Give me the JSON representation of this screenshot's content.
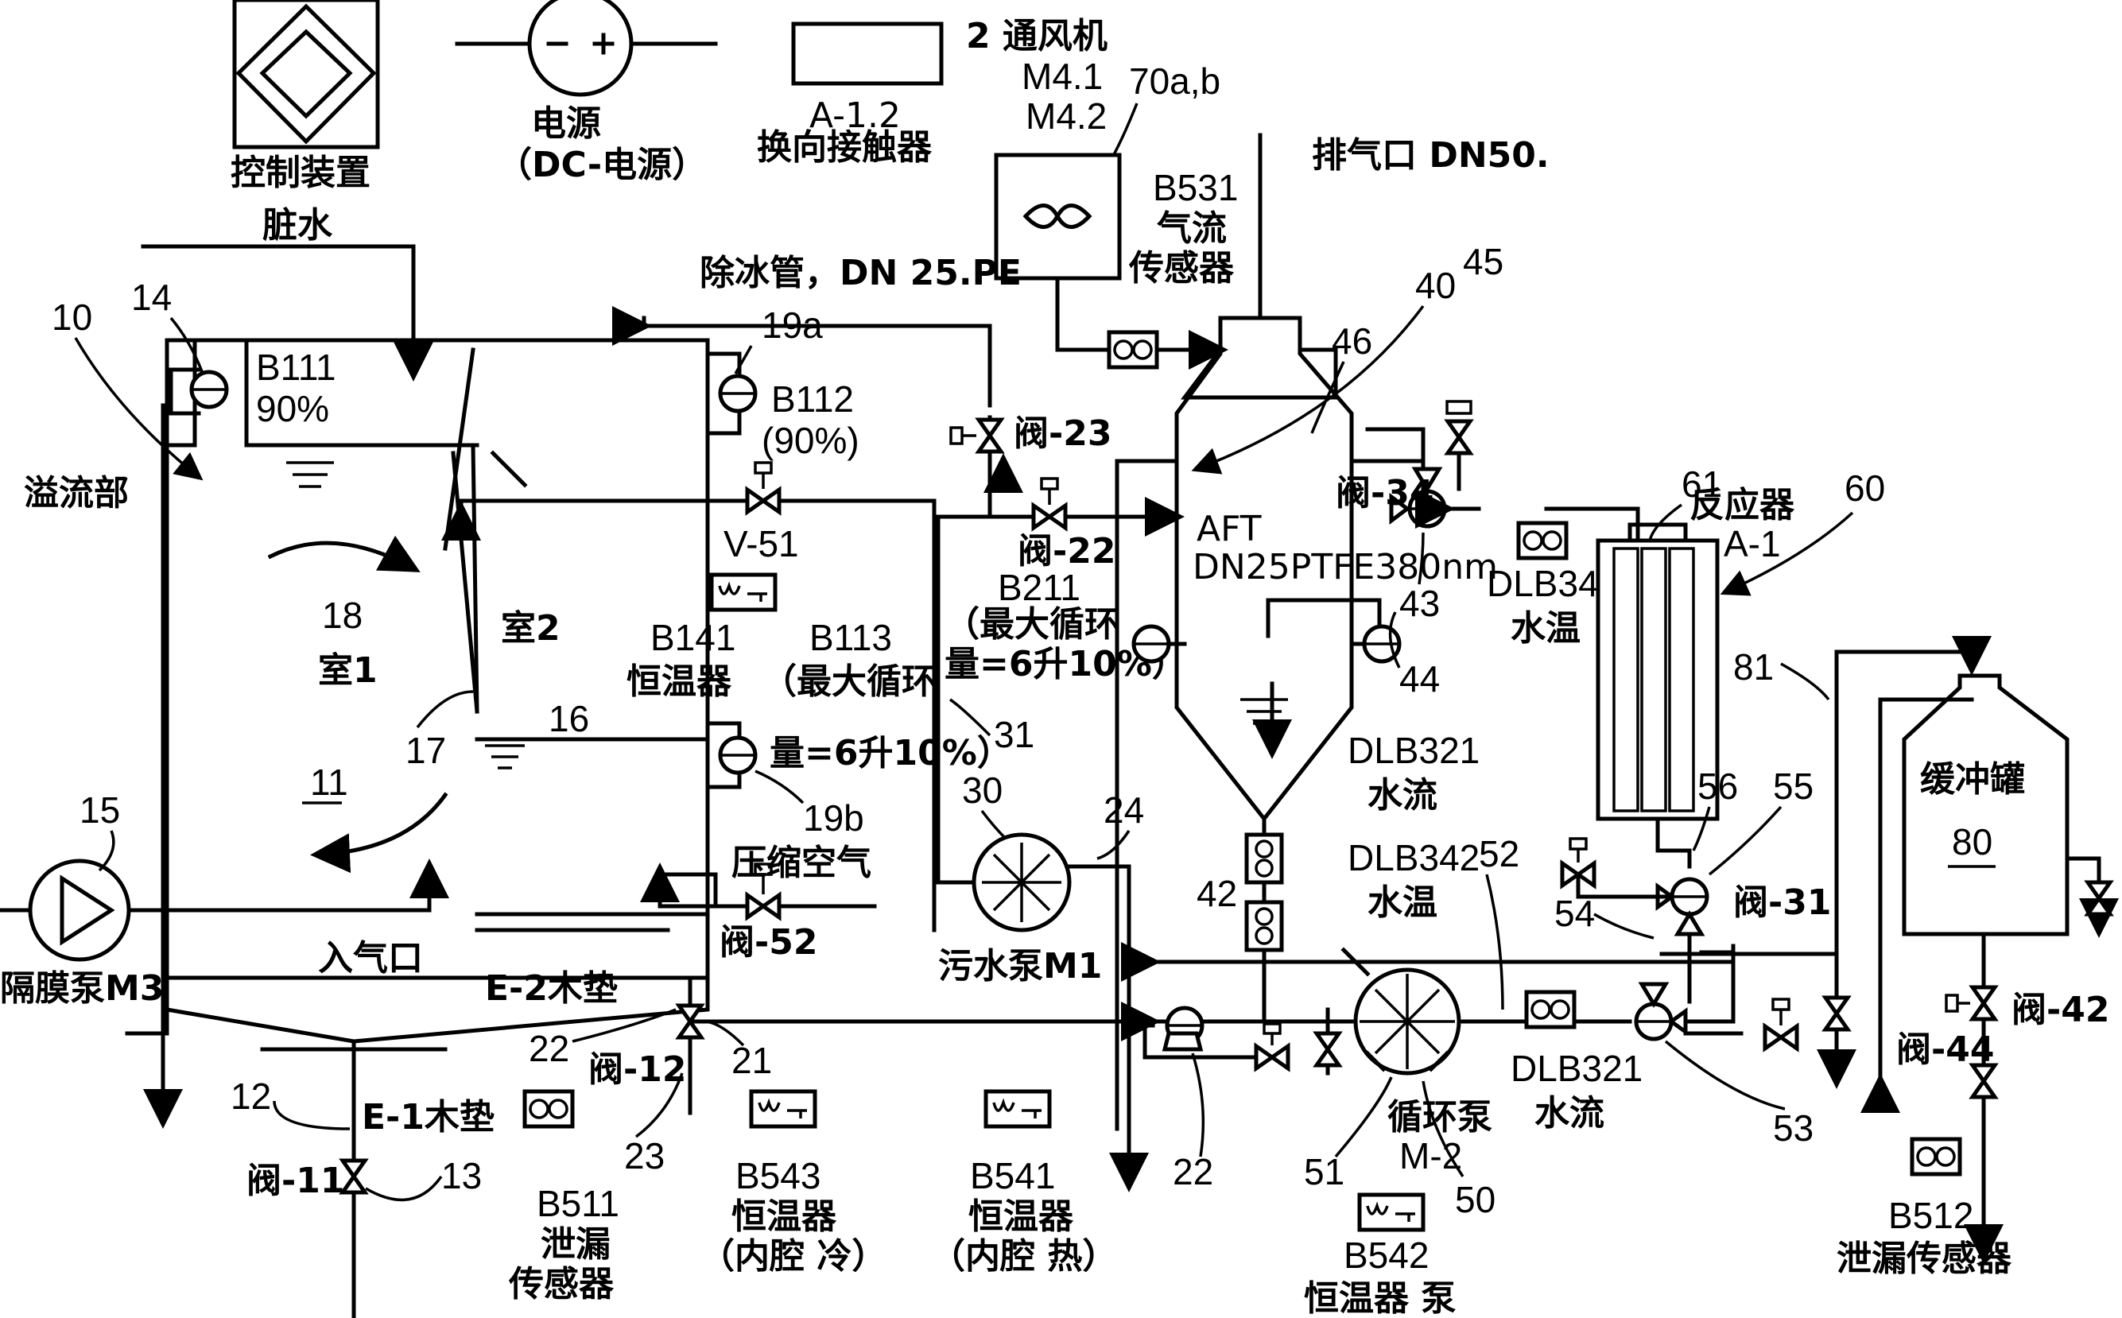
{
  "legend": {
    "control_device": "控制装置",
    "power_supply": "电源",
    "power_supply_dc": "（DC-电源）",
    "contactor_code": "A-1.2",
    "contactor": "换向接触器",
    "fans_title": "2 通风机",
    "fan_m41": "M4.1",
    "fan_m42": "M4.2",
    "fan_ref": "70a,b"
  },
  "labels": {
    "exhaust": "排气口 DN50.",
    "b531": "B531",
    "airflow_sensor_1": "气流",
    "airflow_sensor_2": "传感器",
    "dirty_water": "脏水",
    "deice_pipe": "除冰管，DN 25.PE",
    "overflow": "溢流部",
    "b111": "B111",
    "b111_pct": "90%",
    "b112": "B112",
    "b112_pct": "(90%)",
    "valve_23": "阀-23",
    "valve_22": "阀-22",
    "b211": "B211",
    "b211_note_1": "（最大循环",
    "b211_note_2": "量=6升10%）",
    "v51": "V-51",
    "b141": "B141",
    "b141_name": "恒温器",
    "b113": "B113",
    "b113_note_1": "（最大循环",
    "b113_note_2": "量=6升10%）",
    "room2": "室2",
    "room1": "室1",
    "compressed_air": "压缩空气",
    "valve_52": "阀-52",
    "inlet": "入气口",
    "diaphragm_pump": "隔膜泵M3",
    "wood_pad_e2": "E-2木垫",
    "wood_pad_e1": "E-1木垫",
    "valve_12": "阀-12",
    "valve_11": "阀-11",
    "b511": "B511",
    "b511_name_1": "泄漏",
    "b511_name_2": "传感器",
    "b543": "B543",
    "b543_name": "恒温器",
    "b543_note": "（内腔 冷）",
    "b541": "B541",
    "b541_name": "恒温器",
    "b541_note": "（内腔 热）",
    "sewage_pump": "污水泵M1",
    "aft": "AFT",
    "aft_spec": "DN25PTFE380nm",
    "valve_34": "阀-34",
    "dlb341": "DLB341",
    "dlb341_name": "水温",
    "reactor": "反应器",
    "reactor_code": "A-1",
    "dlb321_top": "DLB321",
    "dlb321_top_name": "水流",
    "dlb342": "DLB342",
    "dlb342_name": "水温",
    "buffer_tank": "缓冲罐",
    "valve_31": "阀-31",
    "valve_42": "阀-42",
    "valve_44": "阀-44",
    "circ_pump": "循环泵",
    "circ_pump_code": "M-2",
    "dlb321_bot": "DLB321",
    "dlb321_bot_name": "水流",
    "b542": "B542",
    "b542_name": "恒温器 泵",
    "b512": "B512",
    "b512_name": "泄漏传感器"
  },
  "refs": {
    "r10": "10",
    "r14": "14",
    "r19a": "19a",
    "r18": "18",
    "r11": "11",
    "r17": "17",
    "r16": "16",
    "r19b": "19b",
    "r15": "15",
    "r22a": "22",
    "r21": "21",
    "r12": "12",
    "r23": "23",
    "r13": "13",
    "r31": "31",
    "r30": "30",
    "r24": "24",
    "r40": "40",
    "r46": "46",
    "r45": "45",
    "r43": "43",
    "r44": "44",
    "r42": "42",
    "r61": "61",
    "r60": "60",
    "r81": "81",
    "r56": "56",
    "r55": "55",
    "r80": "80",
    "r52": "52",
    "r54": "54",
    "r53": "53",
    "r22b": "22",
    "r51": "51",
    "r50": "50"
  }
}
